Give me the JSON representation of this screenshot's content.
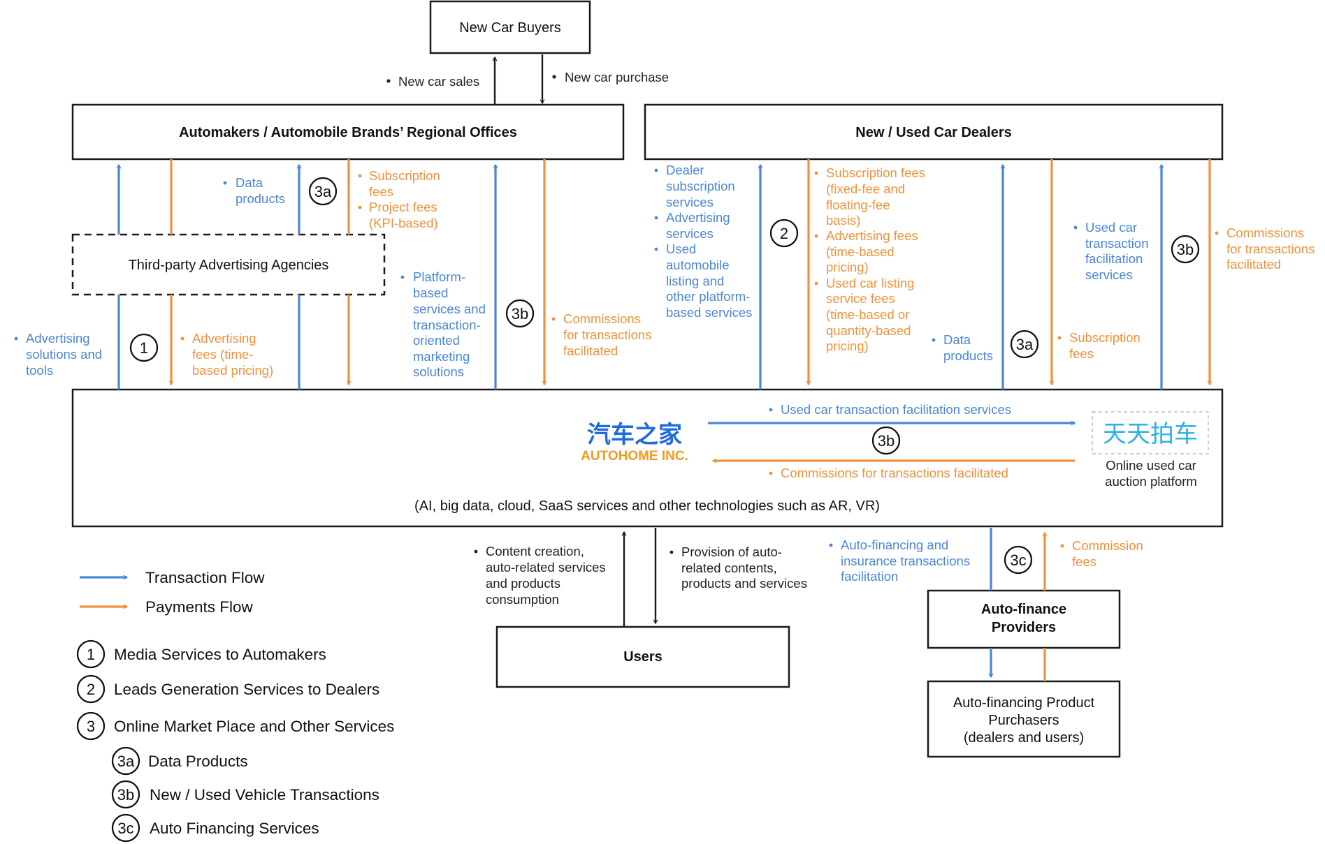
{
  "boxes": {
    "new_car_buyers": "New  Car  Buyers",
    "automakers": "Automakers  /  Automobile  Brands’  Regional  Offices",
    "dealers": "New  /  Used  Car  Dealers",
    "agencies": "Third-party  Advertising  Agencies",
    "users": "Users",
    "auto_finance": [
      "Auto-finance",
      "Providers"
    ],
    "purchasers": [
      "Auto-financing  Product",
      "Purchasers",
      "(dealers  and  users)"
    ]
  },
  "platform": {
    "logo_cn": "汽车之家",
    "logo_en": "AUTOHOME INC.",
    "tech_line": "(AI,  big  data,  cloud,  SaaS  services  and  other  technologies  such  as  AR,  VR)",
    "partner_logo": "天天拍车",
    "partner_caption": [
      "Online used car",
      "auction platform"
    ]
  },
  "labels": {
    "new_car_sales": "New car sales",
    "new_car_purchase": "New car purchase",
    "data_products": [
      "Data",
      "products"
    ],
    "subscription_project": [
      "Subscription",
      "fees",
      "Project fees",
      "(KPI-based)"
    ],
    "advertising_solutions": [
      "Advertising",
      "solutions and",
      "tools"
    ],
    "advertising_fees": [
      "Advertising",
      "fees (time-",
      "based pricing)"
    ],
    "platform_based": [
      "Platform-",
      "based",
      "services and",
      "transaction-",
      "oriented",
      "marketing",
      "solutions"
    ],
    "commissions_auto": [
      "Commissions",
      "for transactions",
      "facilitated"
    ],
    "dealer_services": [
      "Dealer",
      "subscription",
      "services",
      "Advertising",
      "services",
      "Used",
      "automobile",
      "listing and",
      "other platform-",
      "based services"
    ],
    "dealer_fees": [
      "Subscription fees",
      "(fixed-fee and",
      "floating-fee",
      "basis)",
      "Advertising fees",
      "(time-based",
      "pricing)",
      "Used car listing",
      "service fees",
      "(time-based or",
      "quantity-based",
      "pricing)"
    ],
    "data_products_dealer": [
      "Data",
      "products"
    ],
    "subscription_fees_dealer": [
      "Subscription",
      "fees"
    ],
    "used_car_services": [
      "Used car",
      "transaction",
      "facilitation",
      "services"
    ],
    "commissions_dealer": [
      "Commissions",
      "for transactions",
      "facilitated"
    ],
    "used_car_flow": "Used car transaction facilitation services",
    "commissions_flow": "Commissions for transactions facilitated",
    "content_creation": [
      "Content creation,",
      "auto-related services",
      "and products",
      "consumption"
    ],
    "provision": [
      "Provision of auto-",
      "related contents,",
      "products and services"
    ],
    "auto_financing": [
      "Auto-financing and",
      "insurance transactions",
      "facilitation"
    ],
    "commission_fees": [
      "Commission",
      "fees"
    ]
  },
  "markers": {
    "m1": "1",
    "m2": "2",
    "m3a_auto": "3a",
    "m3b_auto": "3b",
    "m3a_dealer": "3a",
    "m3b_dealer": "3b",
    "m3b_center": "3b",
    "m3c": "3c"
  },
  "legend": {
    "transaction": "Transaction Flow",
    "payments": "Payments Flow",
    "items": [
      {
        "mark": "1",
        "text": "Media Services to Automakers"
      },
      {
        "mark": "2",
        "text": "Leads Generation Services to Dealers"
      },
      {
        "mark": "3",
        "text": "Online Market Place and Other Services"
      },
      {
        "mark": "3a",
        "text": "Data Products"
      },
      {
        "mark": "3b",
        "text": "New / Used Vehicle Transactions"
      },
      {
        "mark": "3c",
        "text": "Auto Financing Services"
      }
    ]
  },
  "colors": {
    "transaction": "#4a86d6",
    "payments": "#f0913a",
    "autohome_blue": "#1f6ae0",
    "autohome_orange": "#f39a1e"
  }
}
